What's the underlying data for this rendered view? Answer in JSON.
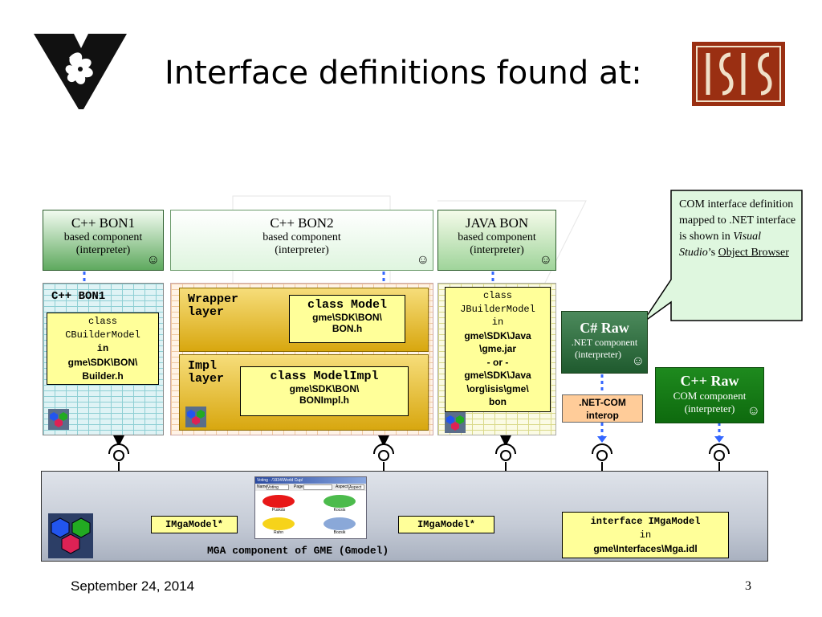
{
  "slide": {
    "title": "Interface definitions found at:",
    "date": "September 24, 2014",
    "page_number": "3"
  },
  "logos": {
    "left": "vanderbilt-logo",
    "right": "isis-logo"
  },
  "components": {
    "bon1": {
      "title": "C++ BON1",
      "line2": "based component",
      "line3": "(interpreter)"
    },
    "bon2": {
      "title": "C++ BON2",
      "line2": "based component",
      "line3": "(interpreter)"
    },
    "java": {
      "title": "JAVA BON",
      "line2": "based component",
      "line3": "(interpreter)"
    },
    "csharp": {
      "title": "C# Raw",
      "line2": ".NET component",
      "line3": "(interpreter)"
    },
    "cppraw": {
      "title": "C++ Raw",
      "line2": "COM component",
      "line3": "(interpreter)"
    },
    "smiley": "☺"
  },
  "callout": {
    "text1": "COM interface definition mapped to .NET interface is shown in ",
    "italic1": "Visual Studio",
    "text2": "’s ",
    "link": "Object Browser"
  },
  "bon1_layer": {
    "label": "C++ BON1",
    "l1": "class",
    "l2": "CBuilderModel",
    "l3": "in",
    "l4": "gme\\SDK\\BON\\",
    "l5": "Builder.h"
  },
  "bon2_layer": {
    "wrapper_label": "Wrapper layer",
    "impl_label": "Impl layer",
    "model_class": "class Model",
    "model_path1": "gme\\SDK\\BON\\",
    "model_path2": "BON.h",
    "impl_class": "class ModelImpl",
    "impl_path1": "gme\\SDK\\BON\\",
    "impl_path2": "BONImpl.h"
  },
  "java_layer": {
    "l1": "class",
    "l2": "JBuilderModel",
    "l3": "in",
    "l4": "gme\\SDK\\Java",
    "l5": "\\gme.jar",
    "l6": "- or -",
    "l7": "gme\\SDK\\Java",
    "l8": "\\org\\isis\\gme\\",
    "l9": "bon"
  },
  "interop": {
    "l1": ".NET-COM",
    "l2": "interop"
  },
  "mga": {
    "iface_left": "IMgaModel*",
    "iface_right": "IMgaModel*",
    "idl_l1": "interface IMgaModel",
    "idl_l2": "in",
    "idl_l3": "gme\\Interfaces\\Mga.idl",
    "caption": "MGA component of GME (Gmodel)"
  },
  "screenshot": {
    "window_title": "Voting - /1934/World Cup/",
    "field_type_label": "Name",
    "field_type_value": "Voting",
    "field_page": "Page",
    "field_aspect": "Aspect",
    "field_aspect_value": "Aspect",
    "nodes": [
      "Puskás",
      "Kocsis",
      "Rahn",
      "Bozsik"
    ]
  }
}
